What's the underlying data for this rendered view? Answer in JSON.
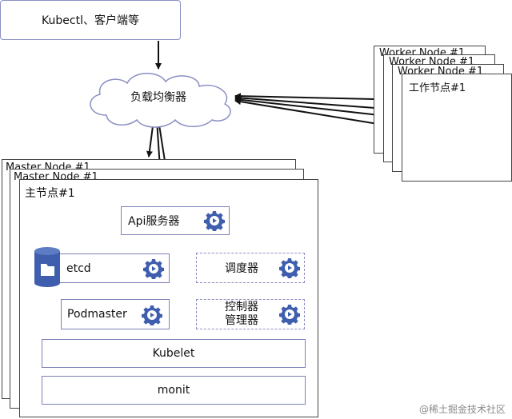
{
  "client": {
    "label": "Kubectl、客户端等"
  },
  "load_balancer": {
    "label": "负载均衡器"
  },
  "worker": {
    "back_titles": [
      "Worker Node #1",
      "Worker Node #1",
      "Worker Node #1"
    ],
    "front_title": "工作节点#1"
  },
  "master": {
    "back_titles": [
      "Master Node #1",
      "Master Node #1"
    ],
    "front_title": "主节点#1"
  },
  "components": {
    "api_server": "Api服务器",
    "etcd": "etcd",
    "scheduler": "调度器",
    "podmaster": "Podmaster",
    "controller_line1": "控制器",
    "controller_line2": "管理器",
    "kubelet": "Kubelet",
    "monit": "monit"
  },
  "watermark": "@稀土掘金技术社区",
  "colors": {
    "accent": "#4a6fd0",
    "box_border": "#7d80b8",
    "dashed_arrow": "#b0b0b0",
    "icon_fill": "#3f5fae"
  }
}
